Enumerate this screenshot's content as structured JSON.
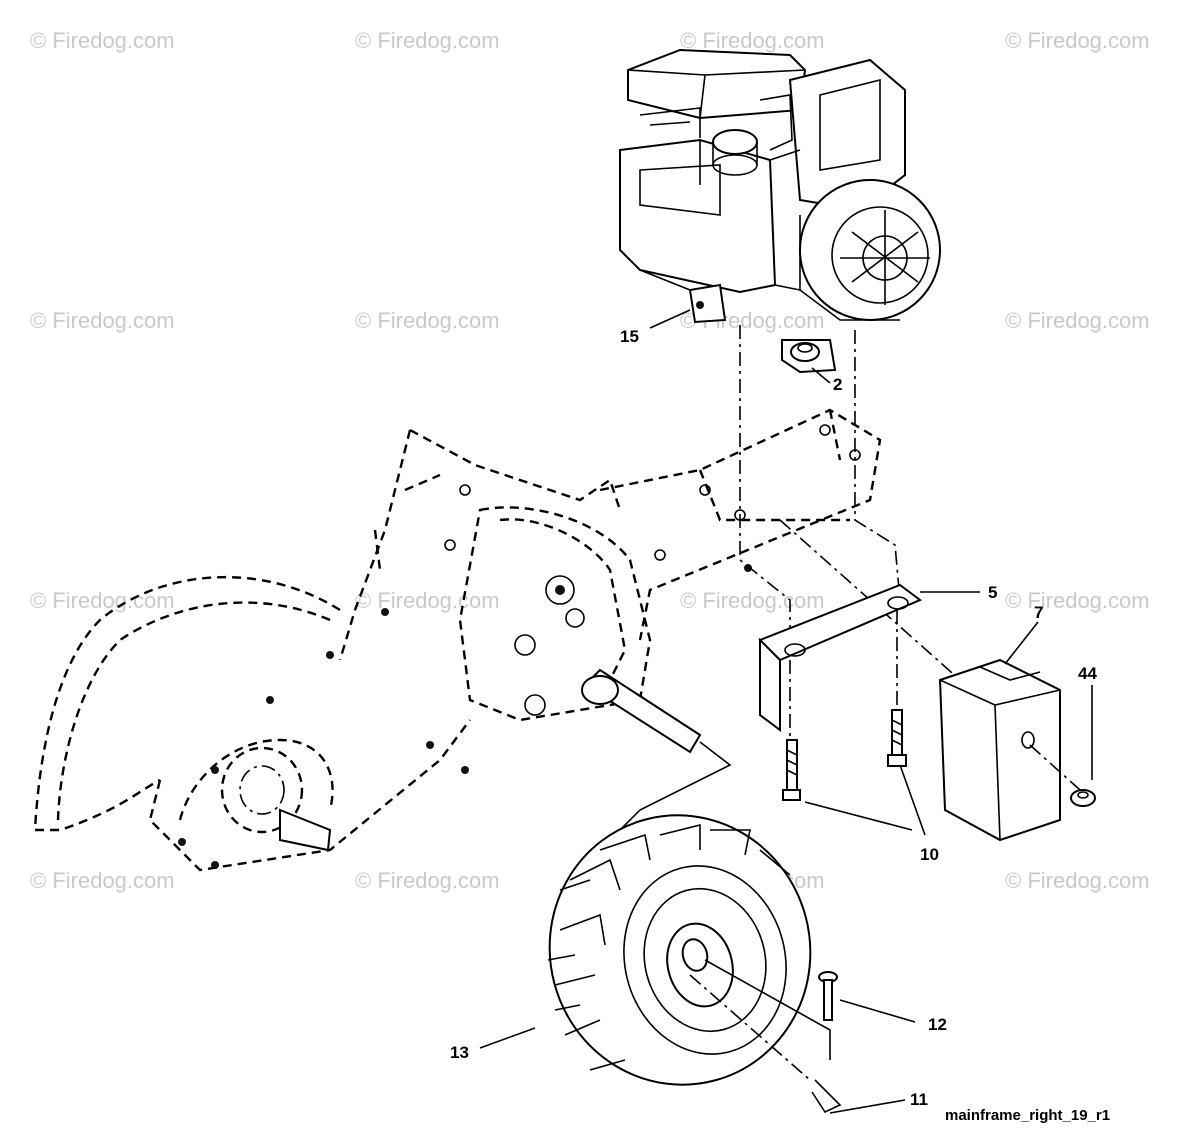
{
  "watermark": {
    "text": "© Firedog.com",
    "color": "#c9c9c9"
  },
  "callouts": [
    {
      "id": "15",
      "label": "15"
    },
    {
      "id": "2",
      "label": "2"
    },
    {
      "id": "5",
      "label": "5"
    },
    {
      "id": "7",
      "label": "7"
    },
    {
      "id": "44",
      "label": "44"
    },
    {
      "id": "10",
      "label": "10"
    },
    {
      "id": "12",
      "label": "12"
    },
    {
      "id": "13",
      "label": "13"
    },
    {
      "id": "11",
      "label": "11"
    }
  ],
  "caption": "mainframe_right_19_r1",
  "icons": {
    "engine": "engine-drawing",
    "frame": "tiller-frame-drawing",
    "bracket": "angle-bracket",
    "weight": "counterweight-block",
    "wheel": "tire-wheel"
  }
}
